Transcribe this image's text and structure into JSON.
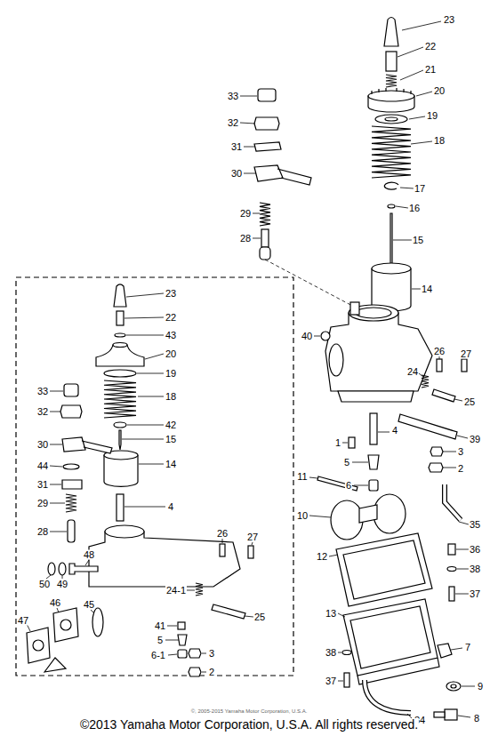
{
  "diagram": {
    "caption": "©2013 Yamaha Motor Corporation, U.S.A. All rights reserved.",
    "labels": [
      "23",
      "22",
      "21",
      "20",
      "19",
      "18",
      "17",
      "16",
      "15",
      "14",
      "33",
      "32",
      "31",
      "30",
      "29",
      "28",
      "40",
      "26",
      "27",
      "24",
      "25",
      "39",
      "1",
      "4",
      "3",
      "5",
      "2",
      "6",
      "11",
      "10",
      "12",
      "35",
      "36",
      "38",
      "37",
      "13",
      "38",
      "37",
      "7",
      "9",
      "8",
      "34",
      "23",
      "22",
      "43",
      "20",
      "19",
      "18",
      "42",
      "15",
      "14",
      "4",
      "33",
      "32",
      "30",
      "44",
      "31",
      "29",
      "28",
      "48",
      "50",
      "49",
      "26",
      "27",
      "45",
      "24-1",
      "25",
      "41",
      "5",
      "6-1",
      "3",
      "2",
      "47",
      "46",
      "©, 2005-2015 Yamaha Motor Corporation, U.S.A."
    ]
  }
}
